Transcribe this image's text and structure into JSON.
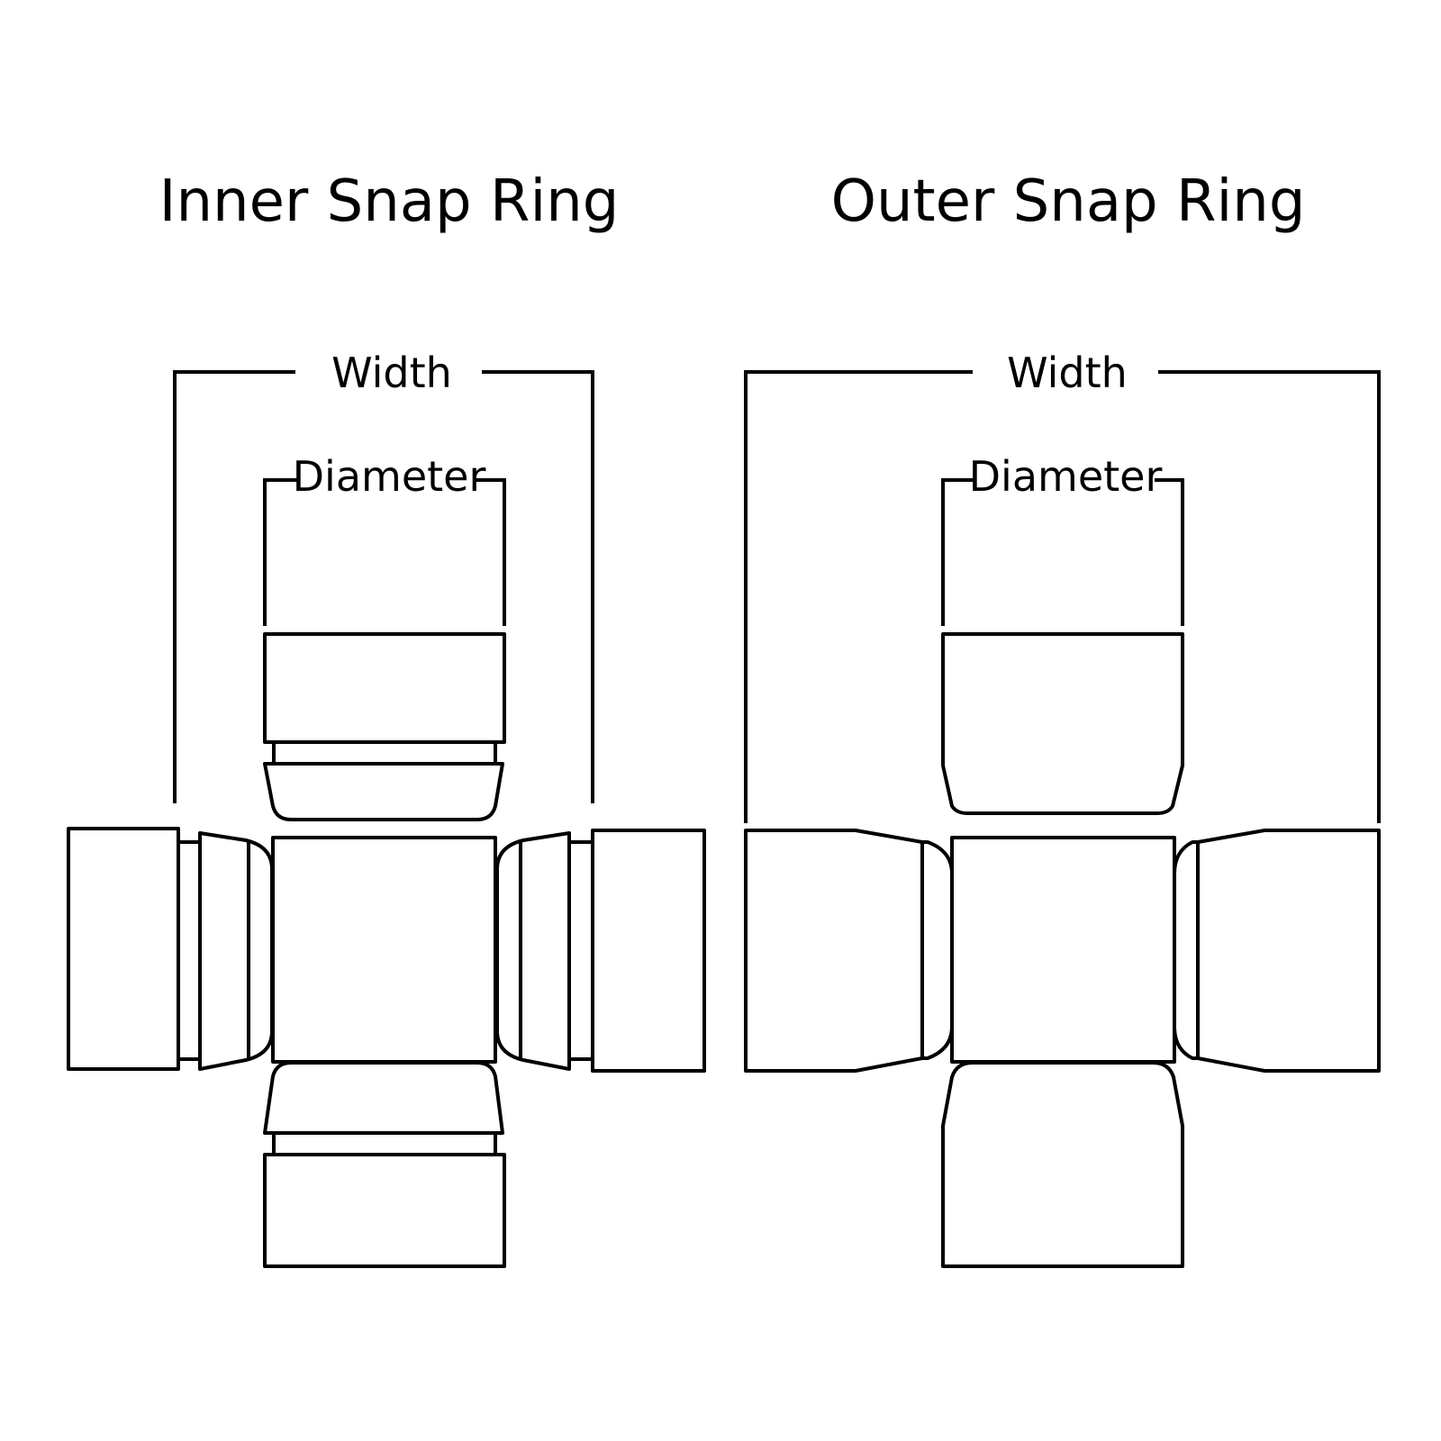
{
  "panels": [
    {
      "title": "Inner Snap Ring",
      "width_label": "Width",
      "diameter_label": "Diameter"
    },
    {
      "title": "Outer Snap Ring",
      "width_label": "Width",
      "diameter_label": "Diameter"
    }
  ]
}
